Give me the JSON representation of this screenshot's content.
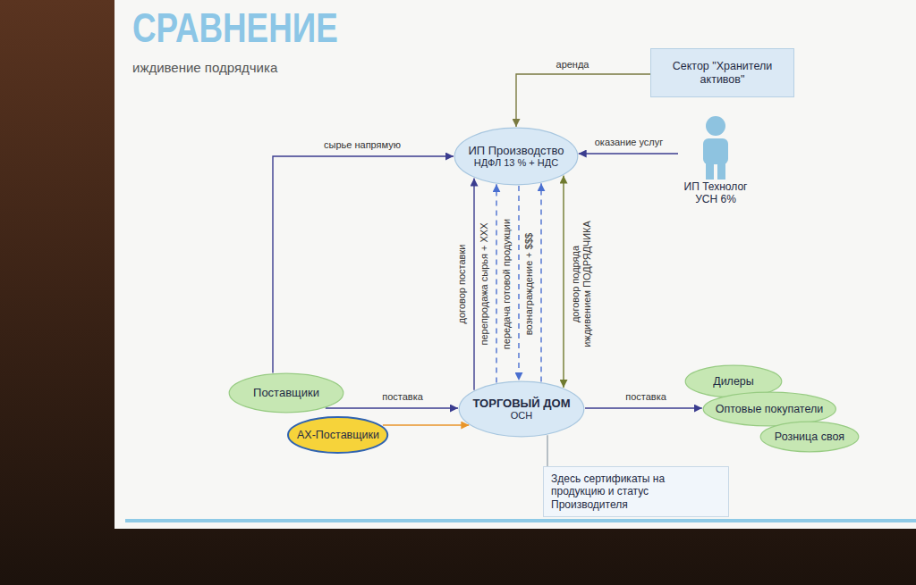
{
  "diagram": {
    "title": "СРАВНЕНИЕ",
    "nodes": [
      {
        "text": [
          "Сектор \"Хранители активов\""
        ]
      },
      {
        "text": [
          "ИП Производство",
          "НДФЛ 13 % + НДС"
        ]
      },
      {
        "text": [
          "ИП Технолог",
          "УСН 6%"
        ]
      },
      {
        "text": [
          "Поставщики"
        ]
      },
      {
        "text": [
          "АХ-Поставщики"
        ]
      },
      {
        "text": [
          "ТОРГОВЫЙ ДОМ",
          "ОСН"
        ]
      },
      {
        "text": [
          "Дилеры"
        ]
      },
      {
        "text": [
          "Оптовые покупатели"
        ]
      },
      {
        "text": [
          "Розница своя"
        ]
      },
      {
        "text": [
          "Здесь сертификаты на продукцию и статус Производителя"
        ]
      }
    ],
    "edges": [
      {
        "from": 0,
        "to": 1,
        "label": "аренда",
        "arrow": "to"
      },
      {
        "from": 2,
        "to": 1,
        "label": "оказание услуг",
        "arrow": "to"
      },
      {
        "from": 3,
        "to": 1,
        "label": "сырье напрямую",
        "arrow": "to"
      },
      {
        "from": 5,
        "to": 1,
        "label": "договор поставки",
        "arrow": "to"
      },
      {
        "from": 5,
        "to": 1,
        "label": "перепродажа сырья + XXX",
        "arrow": "to"
      },
      {
        "from": 1,
        "to": 5,
        "label": "передача готовой продукции",
        "arrow": "to"
      },
      {
        "from": 5,
        "to": 1,
        "label": "вознаграждение + $$$",
        "arrow": "to"
      },
      {
        "from": 5,
        "to": 1,
        "label": "договор подряда иждивением ПОДРЯДЧИКА",
        "arrow": "both"
      },
      {
        "from": 3,
        "to": 5,
        "label": "поставка",
        "arrow": "to"
      },
      {
        "from": 4,
        "to": 5,
        "arrow": "to"
      },
      {
        "from": 5,
        "to": 7,
        "label": "поставка",
        "arrow": "to"
      },
      {
        "from": 9,
        "to": 5,
        "arrow": "none"
      }
    ],
    "labels": [
      "иждивение подрядчика"
    ]
  }
}
